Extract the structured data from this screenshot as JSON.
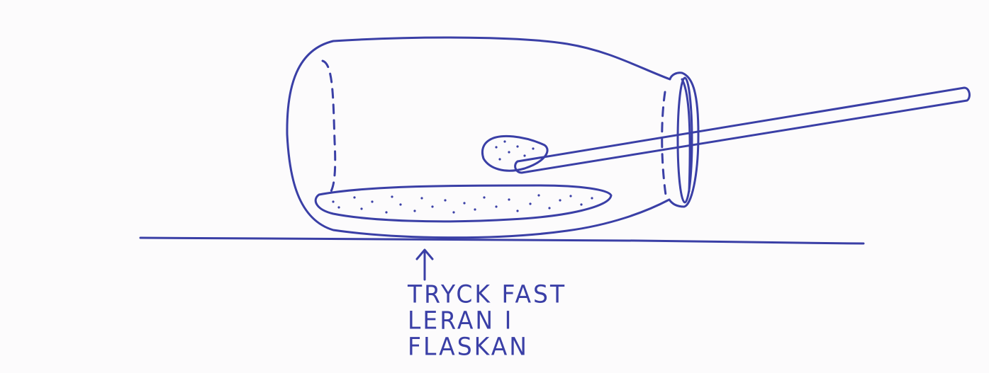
{
  "caption": {
    "lines": [
      "TRYCK FAST",
      "LERAN I",
      "FLASKAN"
    ]
  },
  "colors": {
    "ink": "#3a3fa6",
    "paper": "#fcfbfc"
  }
}
